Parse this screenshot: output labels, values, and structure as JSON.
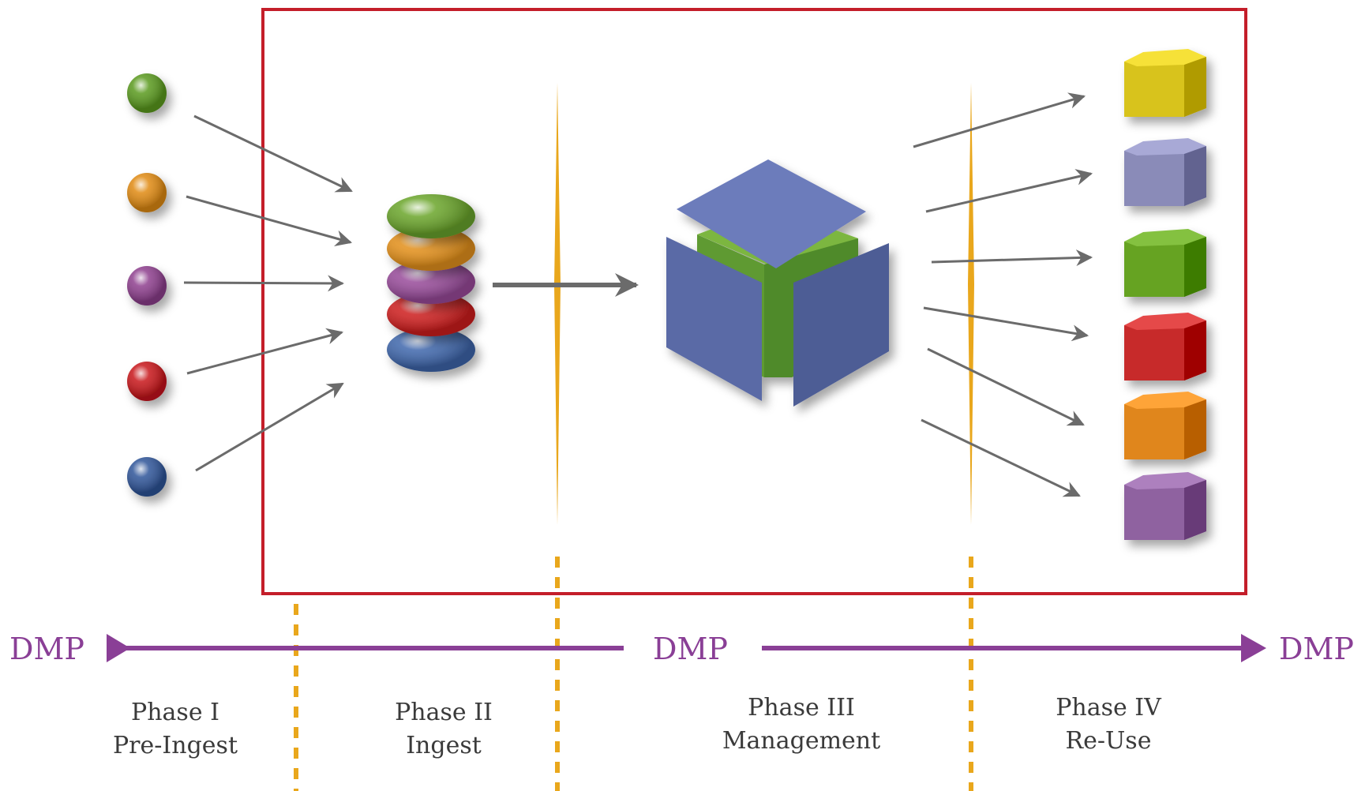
{
  "colors": {
    "frame": "#c41e2a",
    "timeline": "#8a3f96",
    "divider": "#e9a71c",
    "arrow": "#6b6b6b",
    "cube_face": "#5a6aa6",
    "cube_top": "#6c7cbb",
    "cube_core": "#6da73a"
  },
  "timeline": {
    "start_label": "DMP",
    "middle_label": "DMP",
    "end_label": "DMP"
  },
  "phases": [
    {
      "title": "Phase I",
      "subtitle": "Pre-Ingest"
    },
    {
      "title": "Phase II",
      "subtitle": "Ingest"
    },
    {
      "title": "Phase III",
      "subtitle": "Management"
    },
    {
      "title": "Phase IV",
      "subtitle": "Re-Use"
    }
  ],
  "input_spheres": [
    "#5a9a1e",
    "#e08a12",
    "#8e3f8e",
    "#c8161a",
    "#2f5599"
  ],
  "ingest_stack": [
    "#6aa52a",
    "#e7921a",
    "#9a4c9c",
    "#d11e1e",
    "#3f67ad"
  ],
  "output_blocks": [
    "#d8c31a",
    "#8a8bb8",
    "#66a321",
    "#c72b2b",
    "#e0861b",
    "#8f62a0"
  ]
}
